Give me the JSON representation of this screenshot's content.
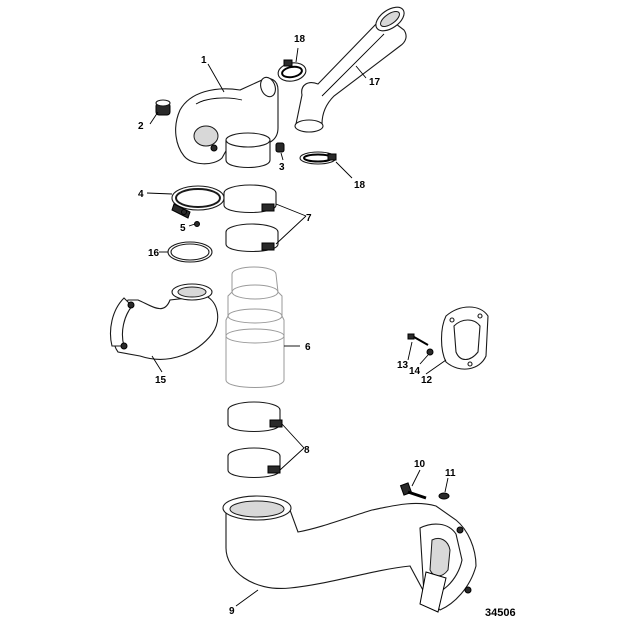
{
  "diagram": {
    "figure_number": "34506",
    "callouts": {
      "c1": "1",
      "c2": "2",
      "c3": "3",
      "c4": "4",
      "c5": "5",
      "c6": "6",
      "c7": "7",
      "c8": "8",
      "c9": "9",
      "c10": "10",
      "c11": "11",
      "c12": "12",
      "c13": "13",
      "c14": "14",
      "c15": "15",
      "c16": "16",
      "c17": "17",
      "c18a": "18",
      "c18b": "18"
    }
  }
}
